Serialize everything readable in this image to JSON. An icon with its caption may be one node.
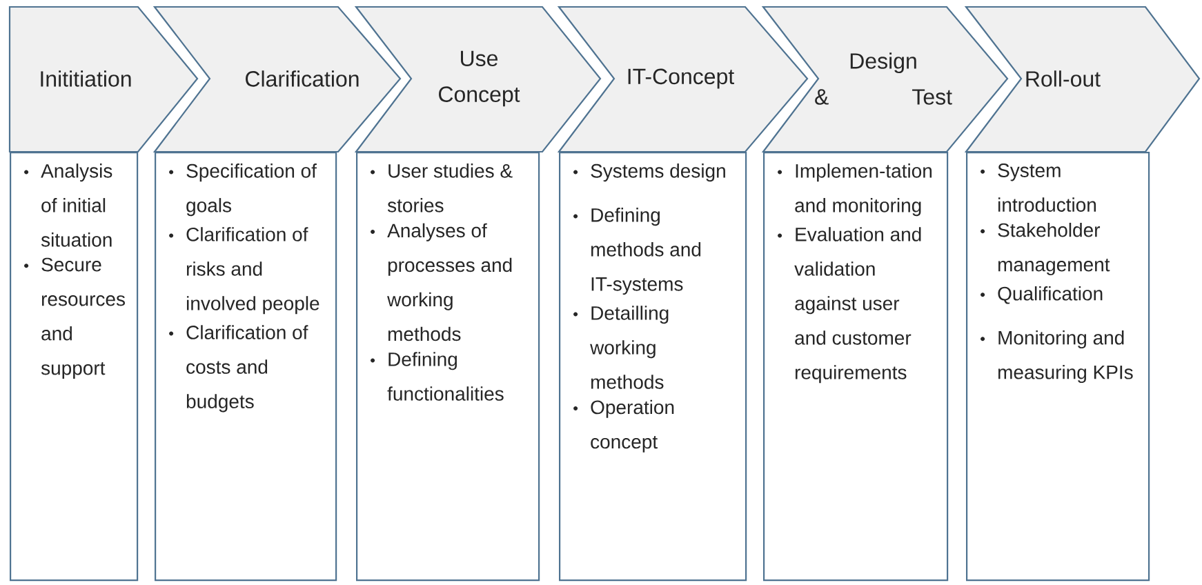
{
  "diagram": {
    "nodes": [
      {
        "text": [
          "Inititiation"
        ]
      },
      {
        "text": [
          "Clarification"
        ]
      },
      {
        "text": [
          "Use Concept"
        ]
      },
      {
        "text": [
          "IT-Concept"
        ]
      },
      {
        "text": [
          "Design & Test"
        ]
      },
      {
        "text": [
          "Roll-out"
        ]
      },
      {
        "text": [
          "Analysis of initial situation",
          "Secure resources and support"
        ]
      },
      {
        "text": [
          "Specification of goals",
          "Clarification of risks and involved people",
          "Clarification of costs and budgets"
        ]
      },
      {
        "text": [
          "User studies & stories",
          "Analyses of processes and working methods",
          "Defining functionalities"
        ]
      },
      {
        "text": [
          "Systems design",
          "Defining methods and IT-systems",
          "Detailling working methods",
          "Operation concept"
        ]
      },
      {
        "text": [
          "Implemen-tation and monitoring",
          "Evaluation and validation against user and customer requirements"
        ]
      },
      {
        "text": [
          "System introduction",
          "Stakeholder management",
          "Qualification",
          "Monitoring and measuring KPIs"
        ]
      }
    ]
  }
}
